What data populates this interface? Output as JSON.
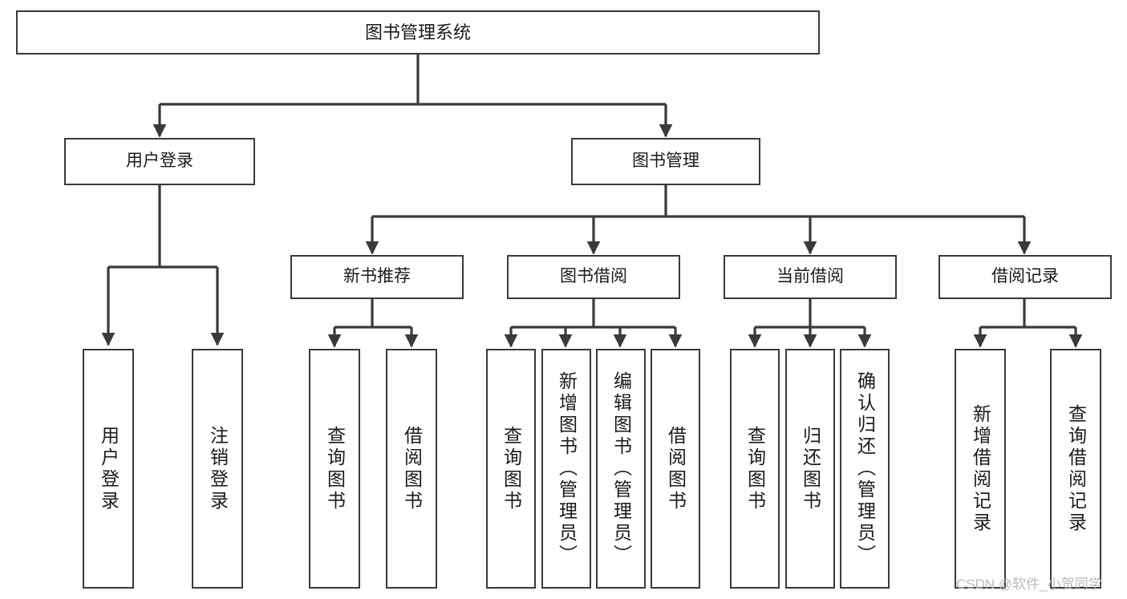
{
  "diagram": {
    "title": "图书管理系统",
    "type": "tree-hierarchy-chart",
    "watermark": "CSDN @软件_小贺同学",
    "colors": {
      "box_border": "#3a3a3a",
      "box_fill": "#ffffff",
      "connector": "#3a3a3a",
      "text": "#1a1a1a",
      "watermark": "#b9b9b9",
      "background": "#ffffff"
    },
    "root": {
      "label": "图书管理系统"
    },
    "level2": [
      {
        "label": "用户登录"
      },
      {
        "label": "图书管理"
      }
    ],
    "level3": [
      {
        "label": "新书推荐"
      },
      {
        "label": "图书借阅"
      },
      {
        "label": "当前借阅"
      },
      {
        "label": "借阅记录"
      }
    ],
    "leaves": {
      "user_login": [
        {
          "label": "用户登录"
        },
        {
          "label": "注销登录"
        }
      ],
      "new_book_recommend": [
        {
          "label": "查询图书"
        },
        {
          "label": "借阅图书"
        }
      ],
      "book_borrow": [
        {
          "label": "查询图书"
        },
        {
          "label": "新增图书（管理员）"
        },
        {
          "label": "编辑图书（管理员）"
        },
        {
          "label": "借阅图书"
        }
      ],
      "current_borrow": [
        {
          "label": "查询图书"
        },
        {
          "label": "归还图书"
        },
        {
          "label": "确认归还（管理员）"
        }
      ],
      "borrow_record": [
        {
          "label": "新增借阅记录"
        },
        {
          "label": "查询借阅记录"
        }
      ]
    }
  }
}
